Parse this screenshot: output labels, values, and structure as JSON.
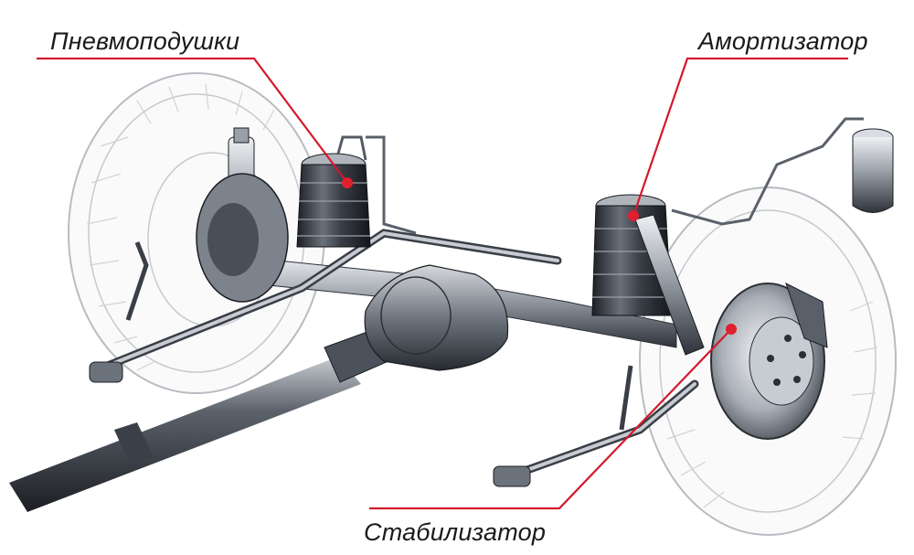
{
  "labels": {
    "air_springs": "Пневмоподушки",
    "shock_absorber": "Амортизатор",
    "stabilizer": "Стабилизатор"
  },
  "colors": {
    "callout_line": "#d4182c",
    "callout_dot": "#e0202f",
    "metal_dark": "#2b2f36",
    "metal_mid": "#8a9099",
    "metal_light": "#d9dde3",
    "tire_outline": "#b8bcc2"
  },
  "icons": {
    "left_wheel": "tire-icon",
    "right_wheel": "tire-icon",
    "brake_disc": "brake-disc-icon",
    "air_bag": "air-spring-icon",
    "shock": "shock-absorber-icon",
    "reservoir": "air-reservoir-icon"
  }
}
